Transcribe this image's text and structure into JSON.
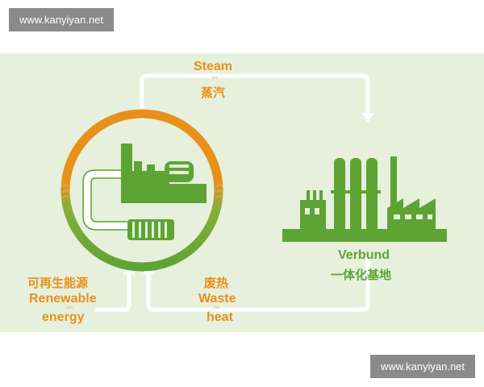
{
  "watermark_top": "www.kanyiyan.net",
  "watermark_bottom": "www.kanyiyan.net",
  "steam": {
    "en": "Steam",
    "zh": "蒸汽"
  },
  "renewable": {
    "zh": "可再生能源",
    "en_line1": "Renewable",
    "en_line2": "energy"
  },
  "waste": {
    "zh": "废热",
    "en_line1": "Waste",
    "en_line2": "heat"
  },
  "verbund": {
    "en": "Verbund",
    "zh": "一体化基地"
  },
  "colors": {
    "orange": "#e8901a",
    "green": "#5da434",
    "background": "#e6f0dc",
    "arrow": "#ffffff"
  },
  "icons": [
    "power-plant-icon",
    "factory-icon",
    "cycle-ring-icon"
  ]
}
